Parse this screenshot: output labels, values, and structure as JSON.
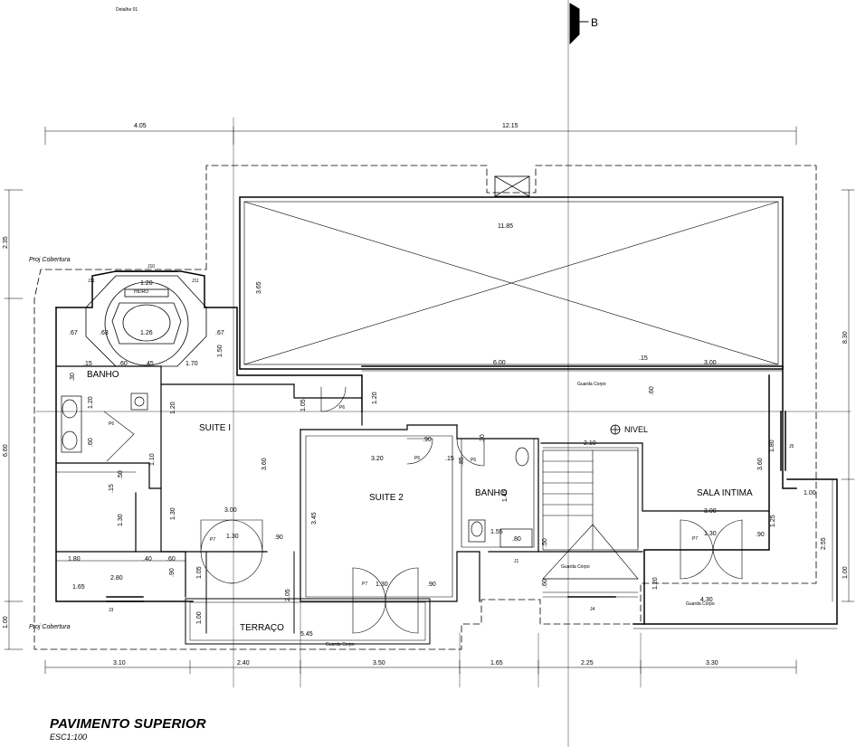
{
  "drawing": {
    "title": "PAVIMENTO SUPERIOR",
    "scale": "ESC1:100",
    "detail_ref": "Detalhe 01",
    "section_marker": "B",
    "level_marker": "NIVEL"
  },
  "rooms": {
    "suite1": "SUITE I",
    "suite2": "SUITE 2",
    "banho": "BANHO",
    "banho_master": "BANHO",
    "sala_intima": "SALA INTIMA",
    "terraco": "TERRAÇO"
  },
  "notes": {
    "proj_cobertura_top": "Proj Cobertura",
    "proj_cobertura_bottom": "Proj Cobertura",
    "guarda_corpo_1": "Guarda Corpo",
    "guarda_corpo_2": "Guarda Corpo",
    "guarda_corpo_3": "Guarda Corpo",
    "guarda_corpo_4": "Guarda Corpo",
    "hidro": "HIDRO"
  },
  "openings": {
    "p6a": "P6",
    "p6b": "P6",
    "p6c": "P6",
    "p6d": "P6",
    "p7a": "P7",
    "p7b": "P7",
    "p7c": "P7",
    "j10": "J10",
    "j11a": "J11",
    "j11b": "J11",
    "j1": "J1",
    "j3": "J3",
    "j4": "J4",
    "j5": "J5"
  },
  "dims": {
    "top_405": "4.05",
    "top_1215": "12.15",
    "bot_310": "3.10",
    "bot_240": "2.40",
    "bot_350": "3.50",
    "bot_165": "1.65",
    "bot_225": "2.25",
    "bot_330": "3.30",
    "left_235": "2.35",
    "left_660": "6.60",
    "left_100": "1.00",
    "right_830": "8.30",
    "right_255": "2.55",
    "right_100": "1.00",
    "d1185": "11.85",
    "d365": "3.65",
    "d600": "6.00",
    "d015a": ".15",
    "d300a": "3.00",
    "d060a": ".60",
    "d120a": "1.20",
    "d105a": "1.05",
    "d360a": "3.60",
    "d300b": "3.00",
    "d130a": "1.30",
    "d130b": "1.30",
    "d090a": ".90",
    "d120b": "1.20",
    "d110": "1.10",
    "d050a": ".50",
    "d015b": ".15",
    "d180a": "1.80",
    "d040": ".40",
    "d060b": ".60",
    "d280": "2.80",
    "d165": "1.65",
    "d090b": ".90",
    "d105b": "1.05",
    "d320": "3.20",
    "d090c": ".90",
    "d015c": ".15",
    "d345": "3.45",
    "d130c": "1.30",
    "d090d": ".90",
    "d205": "2.05",
    "d545": "5.45",
    "d100a": "1.00",
    "d085": ".85",
    "d030": ".30",
    "d145": "1.45",
    "d155": "1.55",
    "d080": ".80",
    "d210": "2.10",
    "d060c": ".60",
    "d050b": ".50",
    "d360b": "3.60",
    "d180b": "1.80",
    "d300c": "3.00",
    "d130d": "1.30",
    "d090e": ".90",
    "d125": "1.25",
    "d100b": "1.00",
    "d430": "4.30",
    "d120c": "1.20",
    "d120d": "1.20",
    "d126": "1.26",
    "d067a": ".67",
    "d067b": ".67",
    "d063": ".63",
    "d150": "1.50",
    "d015d": ".15",
    "d060d": ".60",
    "d045": ".45",
    "d170": "1.70",
    "d030b": ".30",
    "d120e": "1.20",
    "d060e": ".60"
  }
}
